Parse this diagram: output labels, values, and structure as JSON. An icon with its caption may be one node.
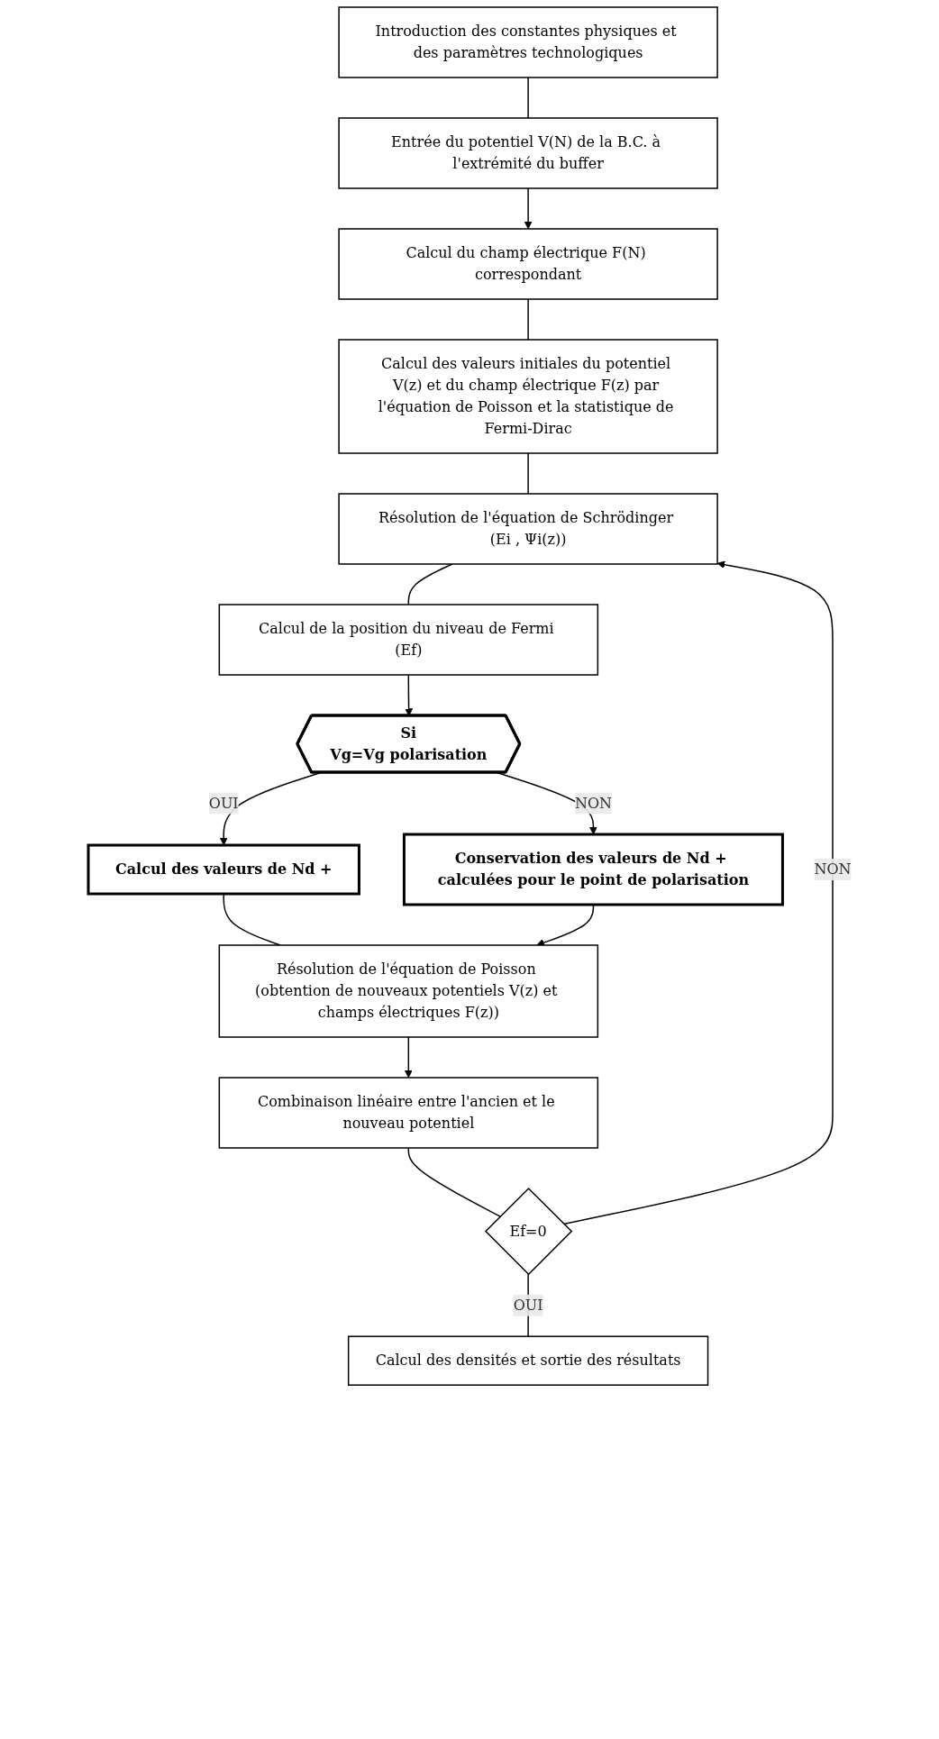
{
  "diagram": {
    "nodes": [
      {
        "text": [
          "Introduction des constantes physiques et des paramètres technologiques"
        ]
      },
      {
        "text": [
          "Entrée du potentiel V(N) de la B.C. à l'extrémité du buffer"
        ]
      },
      {
        "text": [
          "Calcul du champ électrique F(N) correspondant"
        ]
      },
      {
        "text": [
          "Calcul des valeurs initiales du potentiel V(z) et du champ électrique F(z) par l'équation de Poisson et la statistique de Fermi-Dirac"
        ]
      },
      {
        "text": [
          "Résolution de l'équation de Schrödinger (Ei , Ψi(z))"
        ]
      },
      {
        "text": [
          "Calcul de la position du niveau de Fermi (Ef)"
        ]
      },
      {
        "text": [
          "Si",
          "Vg=Vg polarisation"
        ]
      },
      {
        "text": [
          "Calcul des valeurs de Nd +"
        ]
      },
      {
        "text": [
          "Conservation des valeurs de Nd + calculées pour le point de polarisation"
        ]
      },
      {
        "text": [
          "Résolution de l'équation de Poisson (obtention de nouveaux potentiels V(z) et champs électriques F(z))"
        ]
      },
      {
        "text": [
          "Combinaison linéaire entre l'ancien et le nouveau potentiel"
        ]
      },
      {
        "text": [
          "Ef=0"
        ]
      },
      {
        "text": [
          "Calcul des densités et sortie des résultats"
        ]
      }
    ],
    "edges": [
      {
        "from": 0,
        "to": 1,
        "arrow": "none"
      },
      {
        "from": 1,
        "to": 2,
        "arrow": "to"
      },
      {
        "from": 2,
        "to": 3,
        "arrow": "none"
      },
      {
        "from": 3,
        "to": 4,
        "arrow": "none"
      },
      {
        "from": 4,
        "to": 5,
        "arrow": "none"
      },
      {
        "from": 5,
        "to": 6,
        "arrow": "to"
      },
      {
        "from": 6,
        "to": 7,
        "label": "OUI",
        "arrow": "to"
      },
      {
        "from": 6,
        "to": 8,
        "label": "NON",
        "arrow": "to"
      },
      {
        "from": 7,
        "to": 9,
        "arrow": "none"
      },
      {
        "from": 8,
        "to": 9,
        "arrow": "to"
      },
      {
        "from": 9,
        "to": 10,
        "arrow": "to"
      },
      {
        "from": 10,
        "to": 11,
        "arrow": "none"
      },
      {
        "from": 11,
        "to": 12,
        "label": "OUI",
        "arrow": "none"
      },
      {
        "from": 11,
        "to": 4,
        "label": "NON",
        "arrow": "to"
      }
    ]
  }
}
